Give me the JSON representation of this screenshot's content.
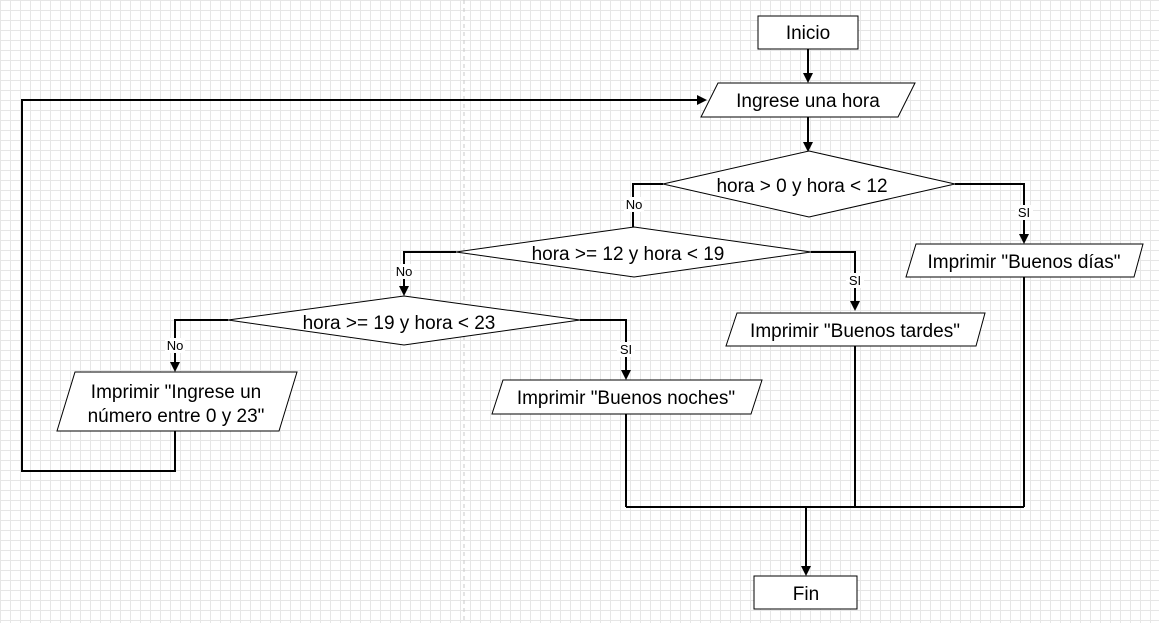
{
  "diagram": {
    "nodes": {
      "start": "Inicio",
      "input_hour": "Ingrese una hora",
      "cond_morning": "hora > 0 y hora < 12",
      "cond_afternoon": "hora >= 12 y hora < 19",
      "cond_night": "hora >= 19 y hora < 23",
      "print_morning": "Imprimir \"Buenos días\"",
      "print_afternoon": "Imprimir \"Buenos tardes\"",
      "print_night": "Imprimir \"Buenos noches\"",
      "print_error_line1": "Imprimir \"Ingrese un",
      "print_error_line2": "número entre 0 y 23\"",
      "end": "Fin"
    },
    "edge_labels": {
      "morning_no": "No",
      "morning_yes": "SI",
      "afternoon_no": "No",
      "afternoon_yes": "SI",
      "night_no": "No",
      "night_yes": "SI"
    }
  }
}
